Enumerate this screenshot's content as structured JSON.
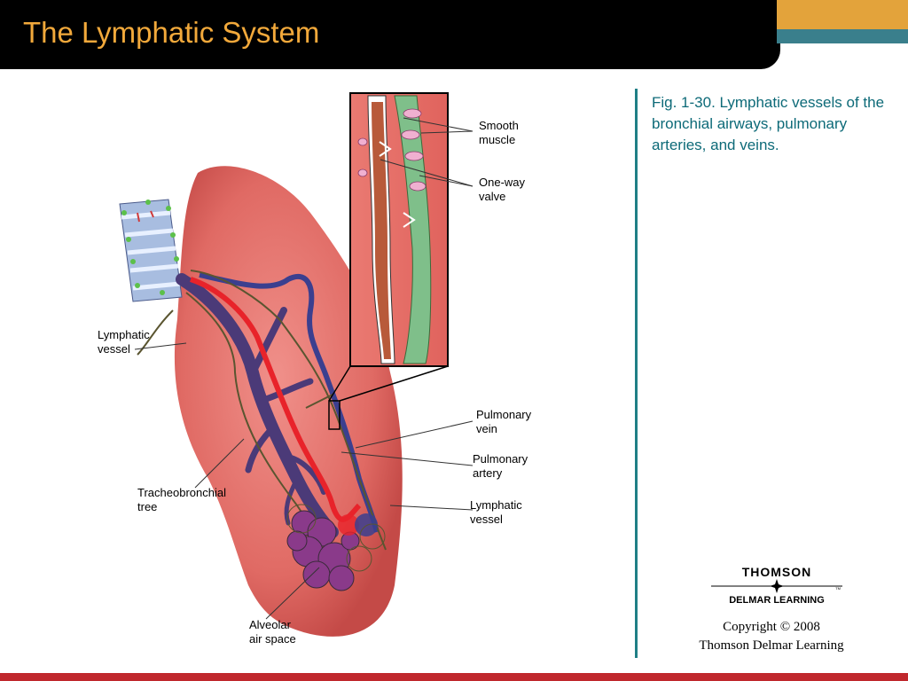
{
  "slide": {
    "title": "The Lymphatic System",
    "caption": "Fig. 1-30.  Lymphatic vessels of the bronchial airways, pulmonary arteries, and veins.",
    "copyright_line1": "Copyright © 2008",
    "copyright_line2": "Thomson Delmar Learning"
  },
  "logo": {
    "brand": "THOMSON",
    "sub": "DELMAR LEARNING",
    "tm": "TM"
  },
  "figure": {
    "labels": {
      "smooth_muscle_1": "Smooth",
      "smooth_muscle_2": "muscle",
      "one_way_valve_1": "One-way",
      "one_way_valve_2": "valve",
      "lymphatic_vessel_left_1": "Lymphatic",
      "lymphatic_vessel_left_2": "vessel",
      "pulmonary_vein_1": "Pulmonary",
      "pulmonary_vein_2": "vein",
      "pulmonary_artery_1": "Pulmonary",
      "pulmonary_artery_2": "artery",
      "tracheobronchial_tree_1": "Tracheobronchial",
      "tracheobronchial_tree_2": "tree",
      "lymphatic_vessel_right_1": "Lymphatic",
      "lymphatic_vessel_right_2": "vessel",
      "alveolar_air_space_1": "Alveolar",
      "alveolar_air_space_2": "air space"
    }
  },
  "colors": {
    "header_bg": "#000000",
    "title_color": "#f2a93b",
    "accent_orange": "#e3a33b",
    "accent_teal": "#3a7f8c",
    "caption_color": "#0d6a78",
    "bottom_bar": "#c0282d",
    "lung": "#e06a64",
    "artery": "#e8232a",
    "vein": "#3b3f8f",
    "lymph": "#6b8f3a"
  },
  "icons": [
    "lung-illustration",
    "trachea-rings",
    "vessel-inset",
    "thomson-star-logo"
  ]
}
